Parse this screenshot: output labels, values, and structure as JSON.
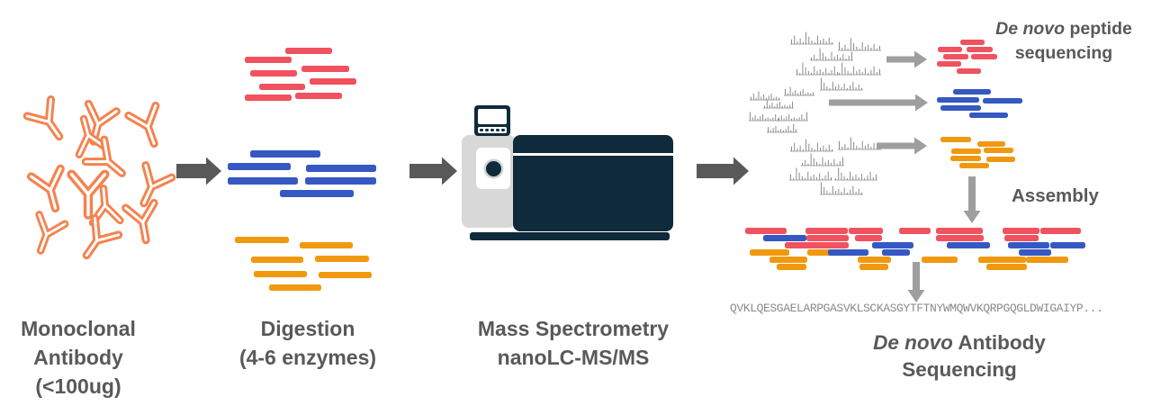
{
  "colors": {
    "red": "#F0525F",
    "blue": "#3558C2",
    "orange": "#F0990F",
    "antibody": "#F5824F",
    "dark_gray": "#595959",
    "arrow_gray": "#9E9E9E",
    "spectrum_gray": "#8C8C8C",
    "instrument_dark": "#0E2A3B",
    "instrument_gray": "#D8D8D8"
  },
  "labels": {
    "step1": "Monoclonal\nAntibody\n(<100ug)",
    "step2": "Digestion\n(4-6 enzymes)",
    "step3": "Mass Spectrometry\nnanoLC-MS/MS",
    "denovo_peptide": {
      "italic": "De novo",
      "rest": " peptide\nsequencing"
    },
    "assembly": "Assembly",
    "sequence": "QVKLQESGAELARPGASVKLSCKASGYTFTNYWMQWVKQRPGQGLDWIGAIYP...",
    "final": {
      "italic": "De novo",
      "rest": " Antibody\nSequencing"
    }
  },
  "antibodies": [
    [
      52,
      132,
      -35,
      1
    ],
    [
      110,
      134,
      15,
      1
    ],
    [
      163,
      137,
      -20,
      1
    ],
    [
      99,
      154,
      165,
      0.95
    ],
    [
      117,
      177,
      -50,
      1
    ],
    [
      55,
      207,
      -15,
      1.05
    ],
    [
      98,
      211,
      0,
      1.15
    ],
    [
      170,
      204,
      25,
      1
    ],
    [
      117,
      232,
      175,
      0.95
    ],
    [
      158,
      243,
      -10,
      1
    ],
    [
      53,
      257,
      20,
      0.95
    ],
    [
      110,
      264,
      35,
      1
    ]
  ],
  "digestion_groups": [
    {
      "name": "red-fragments",
      "color": "red",
      "h": 7,
      "bars": [
        [
          317,
          53,
          52
        ],
        [
          272,
          63,
          52
        ],
        [
          335,
          73,
          53
        ],
        [
          278,
          78,
          52
        ],
        [
          344,
          87,
          52
        ],
        [
          288,
          93,
          51
        ],
        [
          328,
          103,
          52
        ],
        [
          272,
          105,
          52
        ]
      ]
    },
    {
      "name": "blue-fragments",
      "color": "blue",
      "h": 8,
      "bars": [
        [
          278,
          167,
          78
        ],
        [
          253,
          181,
          70
        ],
        [
          340,
          183,
          78
        ],
        [
          253,
          197,
          78
        ],
        [
          339,
          197,
          79
        ],
        [
          311,
          211,
          82
        ]
      ]
    },
    {
      "name": "orange-fragments",
      "color": "orange",
      "h": 7,
      "bars": [
        [
          261,
          263,
          60
        ],
        [
          333,
          269,
          59
        ],
        [
          279,
          285,
          58
        ],
        [
          350,
          284,
          60
        ],
        [
          282,
          301,
          59
        ],
        [
          354,
          302,
          59
        ],
        [
          299,
          316,
          58
        ]
      ]
    }
  ],
  "spectra": {
    "patterns": {
      "tall": [
        5,
        9,
        3,
        6,
        2,
        13,
        8,
        4,
        2,
        9,
        4,
        6,
        3,
        7,
        2
      ],
      "flat": [
        3,
        6,
        2,
        8,
        3,
        5,
        2,
        4,
        6,
        2,
        3,
        2
      ]
    },
    "groups": [
      {
        "type": "tall",
        "items": [
          [
            878,
            34
          ],
          [
            931,
            41
          ],
          [
            900,
            52
          ],
          [
            884,
            68
          ],
          [
            931,
            68
          ],
          [
            911,
            85
          ]
        ]
      },
      {
        "type": "flat",
        "items": [
          [
            833,
            100
          ],
          [
            871,
            95
          ],
          [
            848,
            109
          ],
          [
            832,
            123
          ],
          [
            864,
            123
          ],
          [
            852,
            136
          ]
        ]
      },
      {
        "type": "tall",
        "items": [
          [
            878,
            153
          ],
          [
            931,
            151
          ],
          [
            890,
            169
          ],
          [
            877,
            185
          ],
          [
            927,
            185
          ],
          [
            911,
            201
          ]
        ]
      }
    ]
  },
  "denovo_groups": [
    {
      "name": "red-peptides",
      "color": "red",
      "h": 6,
      "bars": [
        [
          1067,
          44,
          27
        ],
        [
          1042,
          52,
          27
        ],
        [
          1074,
          52,
          29
        ],
        [
          1048,
          60,
          28
        ],
        [
          1079,
          60,
          29
        ],
        [
          1041,
          68,
          27
        ],
        [
          1063,
          76,
          27
        ]
      ]
    },
    {
      "name": "blue-peptides",
      "color": "blue",
      "h": 6,
      "bars": [
        [
          1059,
          99,
          42
        ],
        [
          1041,
          108,
          47
        ],
        [
          1092,
          109,
          44
        ],
        [
          1045,
          117,
          45
        ],
        [
          1077,
          125,
          43
        ]
      ]
    },
    {
      "name": "orange-peptides",
      "color": "orange",
      "h": 6,
      "bars": [
        [
          1045,
          152,
          34
        ],
        [
          1086,
          157,
          31
        ],
        [
          1057,
          165,
          33
        ],
        [
          1093,
          164,
          33
        ],
        [
          1056,
          173,
          34
        ],
        [
          1096,
          174,
          32
        ],
        [
          1066,
          181,
          33
        ]
      ]
    }
  ],
  "assembly_bars": [
    [
      828,
      253,
      46,
      "red"
    ],
    [
      895,
      253,
      47,
      "red"
    ],
    [
      943,
      253,
      38,
      "red"
    ],
    [
      999,
      253,
      35,
      "red"
    ],
    [
      1040,
      253,
      52,
      "red"
    ],
    [
      1114,
      253,
      41,
      "red"
    ],
    [
      1156,
      253,
      45,
      "red"
    ],
    [
      848,
      261,
      48,
      "blue"
    ],
    [
      896,
      261,
      47,
      "red"
    ],
    [
      950,
      261,
      30,
      "red"
    ],
    [
      1040,
      261,
      53,
      "red"
    ],
    [
      1116,
      261,
      38,
      "red"
    ],
    [
      872,
      269,
      71,
      "red"
    ],
    [
      969,
      269,
      46,
      "blue"
    ],
    [
      1052,
      269,
      48,
      "blue"
    ],
    [
      1120,
      269,
      46,
      "blue"
    ],
    [
      1167,
      269,
      39,
      "blue"
    ],
    [
      833,
      277,
      44,
      "orange"
    ],
    [
      897,
      277,
      33,
      "orange"
    ],
    [
      920,
      277,
      45,
      "blue"
    ],
    [
      980,
      277,
      31,
      "blue"
    ],
    [
      1132,
      277,
      36,
      "blue"
    ],
    [
      855,
      285,
      42,
      "orange"
    ],
    [
      953,
      285,
      37,
      "orange"
    ],
    [
      1024,
      285,
      40,
      "orange"
    ],
    [
      1087,
      285,
      53,
      "orange"
    ],
    [
      1140,
      285,
      47,
      "orange"
    ],
    [
      863,
      293,
      33,
      "orange"
    ],
    [
      955,
      293,
      32,
      "orange"
    ],
    [
      1096,
      293,
      45,
      "orange"
    ]
  ],
  "arrows": {
    "flow": [
      [
        196,
        190,
        50
      ],
      [
        455,
        190,
        53
      ],
      [
        774,
        190,
        58
      ]
    ],
    "small_right": [
      [
        985,
        66,
        45
      ],
      [
        921,
        114,
        110
      ],
      [
        974,
        162,
        56
      ]
    ],
    "down": [
      [
        1080,
        196,
        52
      ],
      [
        1018,
        291,
        45
      ]
    ]
  }
}
